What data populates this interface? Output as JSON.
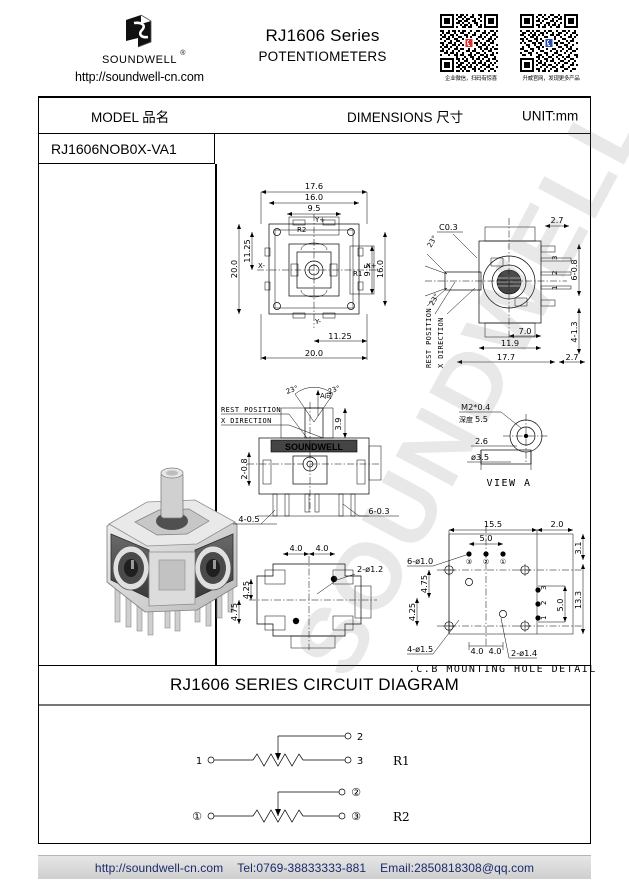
{
  "header": {
    "logo_name": "SOUNDWELL",
    "logo_reg": "®",
    "logo_url": "http://soundwell-cn.com",
    "title_main": "RJ1606 Series",
    "title_sub": "POTENTIOMETERS",
    "qr_codes": [
      {
        "caption": "企业微信，扫码有惊喜"
      },
      {
        "caption": "升威官网，发现更多产品"
      }
    ]
  },
  "table_header": {
    "model": "MODEL 品名",
    "dimensions": "DIMENSIONS 尺寸",
    "unit": "UNIT:mm"
  },
  "model": {
    "part_number": "RJ1606NOB0X-VA1"
  },
  "watermark": {
    "text": "SOUNDWELL"
  },
  "drawings": {
    "top_view": {
      "name": "top-view",
      "dims": [
        "17.6",
        "16.0",
        "9.5",
        "20.0",
        "11.25",
        "11.25",
        "20.0",
        "16.0",
        "9.5"
      ],
      "axis_labels": [
        "Y+",
        "Y-",
        "X+",
        "X-"
      ],
      "resistor_labels": [
        "R1",
        "R2"
      ]
    },
    "side_view": {
      "name": "side-view",
      "dims": [
        "2.7",
        "C0.3",
        "6-0.8",
        "7.0",
        "11.9",
        "17.7",
        "4-1.3",
        "2.7"
      ],
      "angles": [
        "23°",
        "23°"
      ],
      "notes": [
        "REST POSITION",
        "X DIRECTION"
      ],
      "pins": [
        "3",
        "2",
        "1"
      ]
    },
    "front_view": {
      "name": "front-view",
      "dims": [
        "3.9",
        "2-0.8",
        "4-0.5",
        "6-0.3"
      ],
      "angles": [
        "23°",
        "23°"
      ],
      "notes": [
        "REST POSITION",
        "X DIRECTION"
      ],
      "arrow_label": "A向",
      "brand": "SOUNDWELL"
    },
    "view_a": {
      "name": "view-a-detail",
      "title": "VIEW A",
      "dims": [
        "M2*0.4",
        "5.5",
        "2.6",
        "ø3.5"
      ],
      "note": "深度"
    },
    "bottom_view": {
      "name": "bottom-view",
      "dims": [
        "4.0",
        "4.0",
        "2-ø1.2",
        "4.75",
        "4.25"
      ]
    },
    "pcb_detail": {
      "name": "pcb-mounting-hole-detail",
      "title": "P.C.B MOUNTING HOLE DETAIL",
      "dims": [
        "15.5",
        "2.0",
        "5.0",
        "6-ø1.0",
        "4.75",
        "4.25",
        "3.1",
        "13.3",
        "5.0",
        "4-ø1.5",
        "4.0",
        "4.0",
        "2-ø1.4"
      ],
      "pin_labels": [
        "③",
        "②",
        "①",
        "3",
        "2",
        "1"
      ]
    }
  },
  "circuit": {
    "title": "RJ1606 SERIES CIRCUIT DIAGRAM",
    "networks": [
      {
        "label": "R1",
        "terminals": [
          "1",
          "2",
          "3"
        ]
      },
      {
        "label": "R2",
        "terminals": [
          "①",
          "②",
          "③"
        ]
      }
    ]
  },
  "footer": {
    "url": "http://soundwell-cn.com",
    "tel": "Tel:0769-38833333-881",
    "email": "Email:2850818308@qq.com"
  },
  "colors": {
    "footer_text": "#1b2a6b",
    "line": "#000000",
    "watermark": "rgba(120,120,120,0.17)"
  }
}
